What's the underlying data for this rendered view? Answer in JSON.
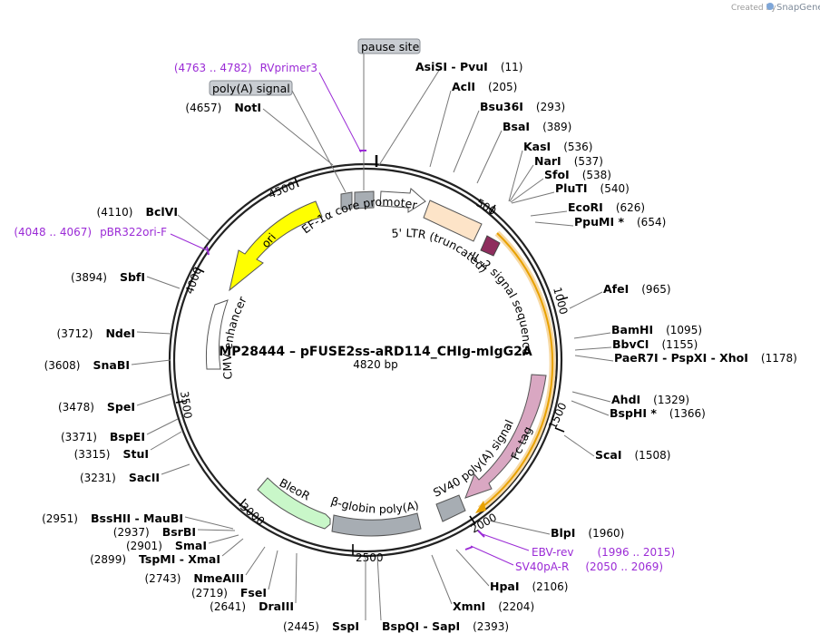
{
  "credit": {
    "prefix": "Created by",
    "brand": "SnapGene"
  },
  "title": "MP28444 – pFUSE2ss-aRD114_CHIg-mIgG2A",
  "length_label": "4820 bp",
  "ticks": [
    "500",
    "1000",
    "1500",
    "2000",
    "2500",
    "3000",
    "3500",
    "4000",
    "4500"
  ],
  "colors": {
    "ori": "#ffff00",
    "ltr": "#fde4c8",
    "il2": "#8e2d5d",
    "fc": "#d9a7c2",
    "grey_feature": "#a7adb3",
    "bleor": "#c9f7c9",
    "orf_orange": "#e8a100",
    "primer": "#9b2bd6",
    "ring": "#222222"
  },
  "features": [
    {
      "name": "pause site",
      "boxed": true
    },
    {
      "name": "poly(A) signal",
      "boxed": true
    },
    {
      "name": "EF-1α core promoter"
    },
    {
      "name": "5' LTR (truncated)"
    },
    {
      "name": "IL-2 signal sequence"
    },
    {
      "name": "Fc tag"
    },
    {
      "name": "SV40 poly(A) signal"
    },
    {
      "name": "β-globin poly(A)"
    },
    {
      "name": "BleoR"
    },
    {
      "name": "CMV enhancer"
    },
    {
      "name": "ori"
    }
  ],
  "primers": [
    {
      "range": "(4763 .. 4782)",
      "name": "RVprimer3"
    },
    {
      "range": "(4048 .. 4067)",
      "name": "pBR322ori-F"
    },
    {
      "range": "(1996 .. 2015)",
      "name": "EBV-rev"
    },
    {
      "range": "(2050 .. 2069)",
      "name": "SV40pA-R"
    }
  ],
  "sites_right": [
    {
      "names": "AsiSI  -  PvuI",
      "pos": "(11)"
    },
    {
      "names": "AclI",
      "pos": "(205)"
    },
    {
      "names": "Bsu36I",
      "pos": "(293)"
    },
    {
      "names": "BsaI",
      "pos": "(389)"
    },
    {
      "names": "KasI",
      "pos": "(536)"
    },
    {
      "names": "NarI",
      "pos": "(537)"
    },
    {
      "names": "SfoI",
      "pos": "(538)"
    },
    {
      "names": "PluTI",
      "pos": "(540)"
    },
    {
      "names": "EcoRI",
      "pos": "(626)"
    },
    {
      "names": "PpuMI *",
      "pos": "(654)"
    },
    {
      "names": "AfeI",
      "pos": "(965)"
    },
    {
      "names": "BamHI",
      "pos": "(1095)"
    },
    {
      "names": "BbvCI",
      "pos": "(1155)"
    },
    {
      "names": "PaeR7I  -  PspXI  -  XhoI",
      "pos": "(1178)"
    },
    {
      "names": "AhdI",
      "pos": "(1329)"
    },
    {
      "names": "BspHI *",
      "pos": "(1366)"
    },
    {
      "names": "ScaI",
      "pos": "(1508)"
    },
    {
      "names": "BlpI",
      "pos": "(1960)"
    },
    {
      "names": "HpaI",
      "pos": "(2106)"
    },
    {
      "names": "XmnI",
      "pos": "(2204)"
    },
    {
      "names": "BspQI  -  SapI",
      "pos": "(2393)"
    }
  ],
  "sites_left": [
    {
      "names": "NotI",
      "pos": "(4657)"
    },
    {
      "names": "BclVI",
      "pos": "(4110)"
    },
    {
      "names": "SbfI",
      "pos": "(3894)"
    },
    {
      "names": "NdeI",
      "pos": "(3712)"
    },
    {
      "names": "SnaBI",
      "pos": "(3608)"
    },
    {
      "names": "SpeI",
      "pos": "(3478)"
    },
    {
      "names": "BspEI",
      "pos": "(3371)"
    },
    {
      "names": "StuI",
      "pos": "(3315)"
    },
    {
      "names": "SacII",
      "pos": "(3231)"
    },
    {
      "names": "BssHII  -  MauBI",
      "pos": "(2951)"
    },
    {
      "names": "BsrBI",
      "pos": "(2937)"
    },
    {
      "names": "SmaI",
      "pos": "(2901)"
    },
    {
      "names": "TspMI  -  XmaI",
      "pos": "(2899)"
    },
    {
      "names": "NmeAIII",
      "pos": "(2743)"
    },
    {
      "names": "FseI",
      "pos": "(2719)"
    },
    {
      "names": "DraIII",
      "pos": "(2641)"
    },
    {
      "names": "SspI",
      "pos": "(2445)"
    }
  ]
}
